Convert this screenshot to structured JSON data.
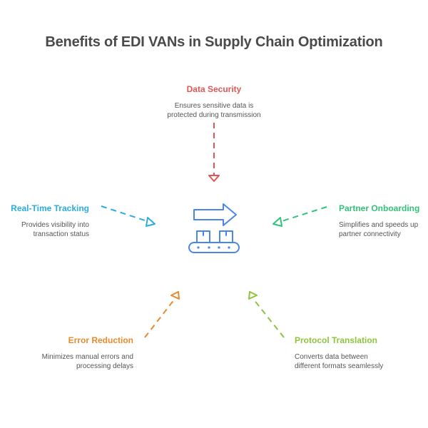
{
  "title": "Benefits of EDI VANs in Supply Chain Optimization",
  "central_icon": "conveyor-belt-with-arrow-icon",
  "colors": {
    "title": "#4a4a4a",
    "description": "#555555",
    "center_icon": "#4a86e8"
  },
  "benefits": [
    {
      "id": "data-security",
      "label": "Data Security",
      "description_lines": [
        "Ensures sensitive data is",
        "protected during transmission"
      ],
      "color": "#e05656",
      "position": "top"
    },
    {
      "id": "real-time-tracking",
      "label": "Real-Time Tracking",
      "description_lines": [
        "Provides visibility into",
        "transaction status"
      ],
      "color": "#2aaee0",
      "position": "left"
    },
    {
      "id": "partner-onboarding",
      "label": "Partner Onboarding",
      "description_lines": [
        "Simplifies and speeds up",
        "partner connectivity"
      ],
      "color": "#34c27a",
      "position": "right"
    },
    {
      "id": "error-reduction",
      "label": "Error Reduction",
      "description_lines": [
        "Minimizes manual errors and",
        "processing delays"
      ],
      "color": "#e8892c",
      "position": "bottom-left"
    },
    {
      "id": "protocol-translation",
      "label": "Protocol Translation",
      "description_lines": [
        "Converts data between",
        "different formats seamlessly"
      ],
      "color": "#8cc43c",
      "position": "bottom-right"
    }
  ]
}
